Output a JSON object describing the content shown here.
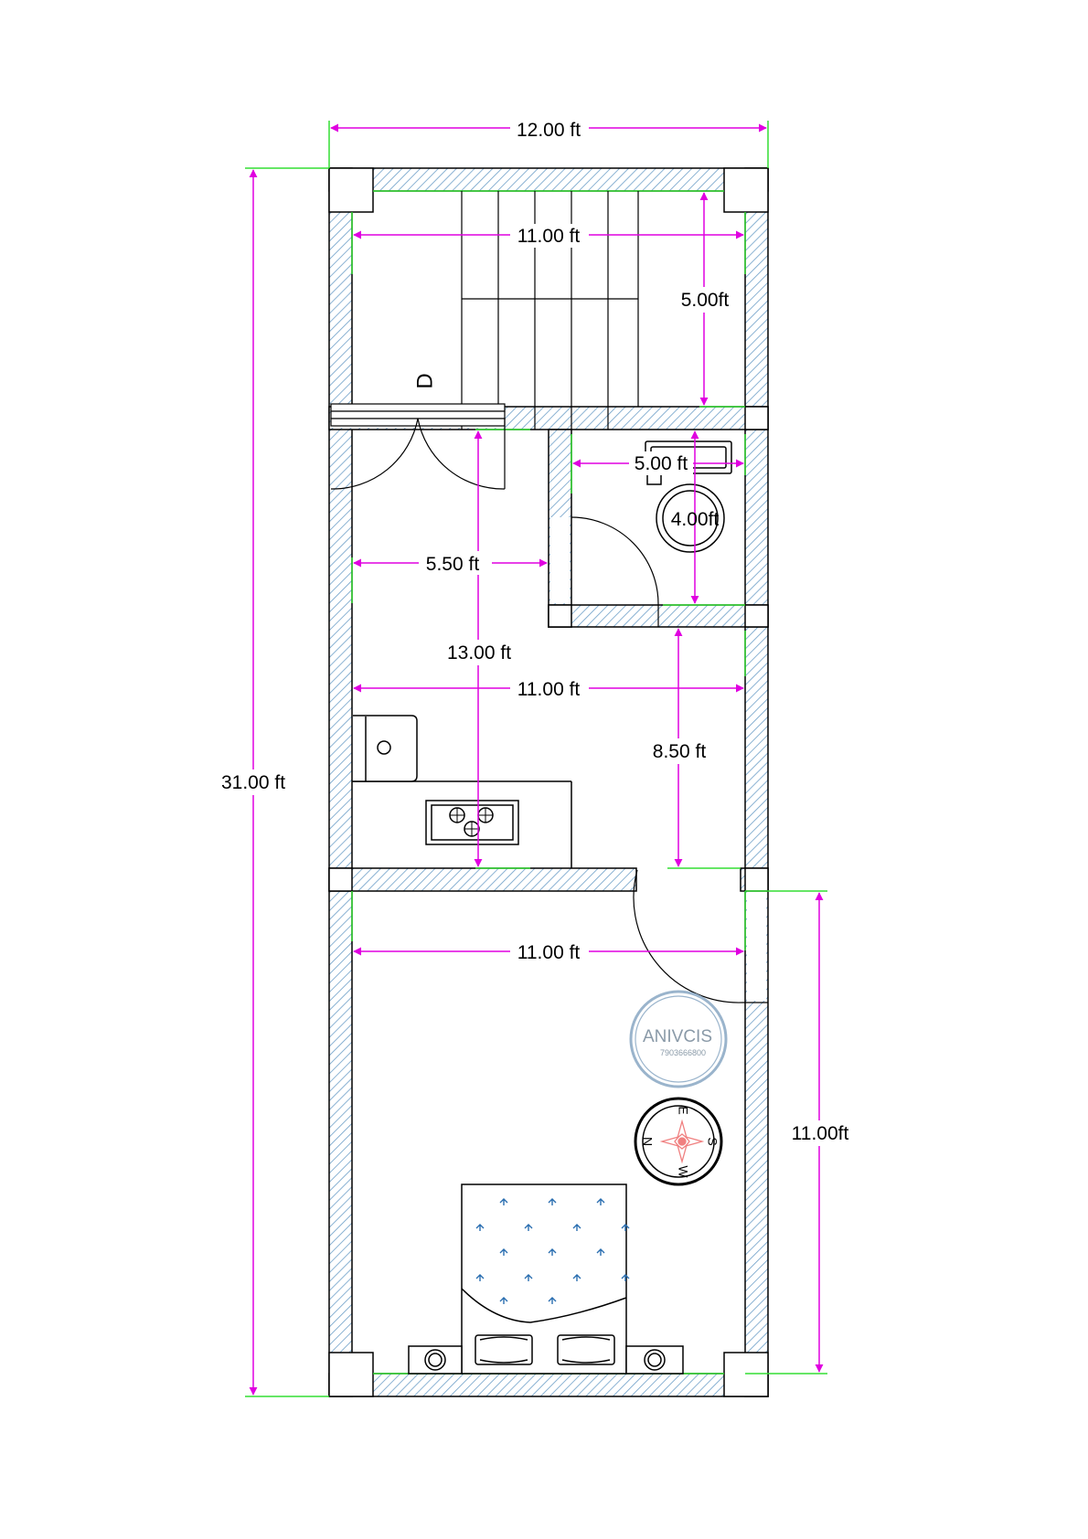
{
  "dimensions": {
    "overall_width": "12.00 ft",
    "overall_length": "31.00 ft",
    "stair_width": "11.00 ft",
    "stair_depth": "5.00ft",
    "bath_width": "5.00 ft",
    "bath_depth": "4.00ft",
    "hall_width": "5.50 ft",
    "kitchen_length": "13.00 ft",
    "kitchen_width": "11.00 ft",
    "kitchen_depth": "8.50 ft",
    "bedroom_width": "11.00 ft",
    "bedroom_length": "11.00ft"
  },
  "door_label": "D",
  "watermark": {
    "name": "ANIVCIS",
    "phone": "7903666800"
  },
  "compass": {
    "north": "N",
    "east": "E",
    "south": "S",
    "west": "W"
  },
  "colors": {
    "wall_hatch": "#6e9fc8",
    "dimension_line": "#e000e0",
    "wall_edge_highlight": "#33dd33",
    "compass_rose": "#f08080",
    "watermark_ring": "#9ab4cc",
    "bed_arrows": "#2a6eb0"
  }
}
